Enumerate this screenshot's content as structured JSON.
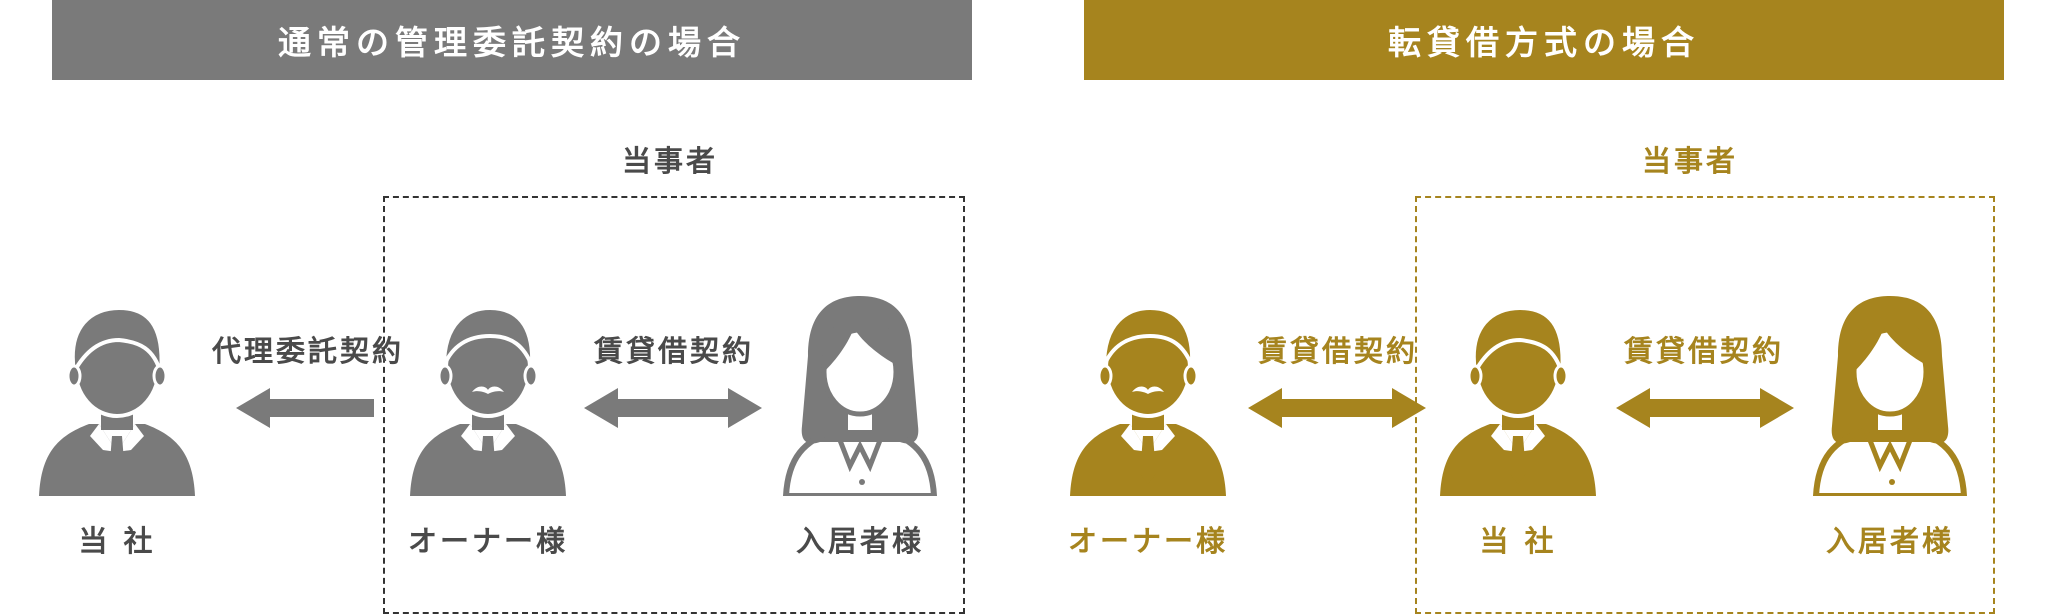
{
  "colors": {
    "gray": "#7a7a7a",
    "gold": "#a6841e",
    "dark_text": "#4a4a4a"
  },
  "left": {
    "title": "通常の管理委託契約の場合",
    "group_label": "当事者",
    "people": [
      {
        "label": "当 社",
        "icon": "man-icon"
      },
      {
        "label": "オーナー様",
        "icon": "mustache-man-icon"
      },
      {
        "label": "入居者様",
        "icon": "woman-icon"
      }
    ],
    "relations": [
      {
        "label": "代理委託契約",
        "arrow": "left"
      },
      {
        "label": "賃貸借契約",
        "arrow": "both"
      }
    ]
  },
  "right": {
    "title": "転貸借方式の場合",
    "group_label": "当事者",
    "people": [
      {
        "label": "オーナー様",
        "icon": "mustache-man-icon"
      },
      {
        "label": "当 社",
        "icon": "man-icon"
      },
      {
        "label": "入居者様",
        "icon": "woman-icon"
      }
    ],
    "relations": [
      {
        "label": "賃貸借契約",
        "arrow": "both"
      },
      {
        "label": "賃貸借契約",
        "arrow": "both"
      }
    ]
  }
}
